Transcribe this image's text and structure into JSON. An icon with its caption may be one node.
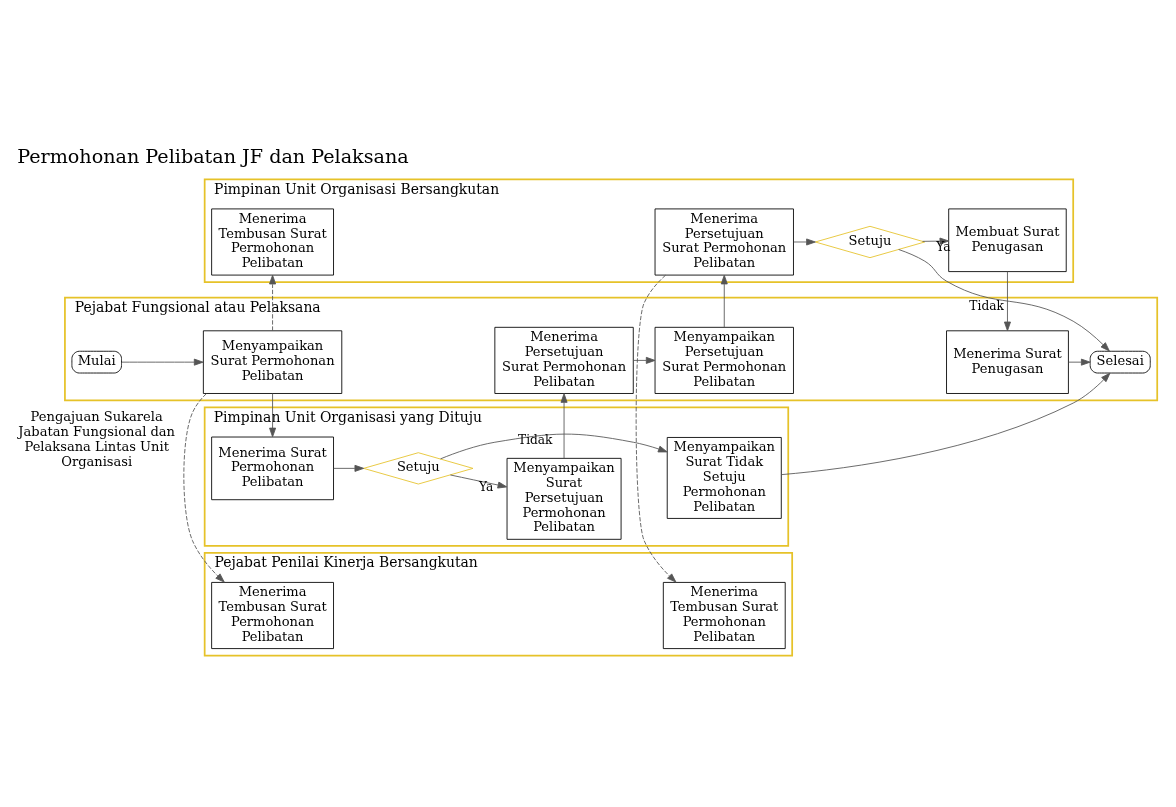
{
  "diagram": {
    "title": "Permohonan Pelibatan JF dan Pelaksana",
    "nodes": [
      {
        "text": [
          "Pejabat Penilai Kinerja Bersangkutan"
        ]
      },
      {
        "text": [
          "Menerima Tembusan Surat Permohonan Pelibatan"
        ],
        "in": 0
      },
      {
        "text": [
          "Menerima Tembusan Surat Permohonan Pelibatan"
        ],
        "in": 0
      },
      {
        "text": [
          "Pimpinan Unit Organisasi Bersangkutan"
        ]
      },
      {
        "text": [
          "Menerima Tembusan Surat Permohonan Pelibatan"
        ],
        "in": 3
      },
      {
        "text": [
          "Menerima Persetujuan Surat Permohonan Pelibatan"
        ],
        "in": 3
      },
      {
        "text": [
          "Setuju"
        ],
        "in": 3
      },
      {
        "text": [
          "Membuat Surat Penugasan"
        ],
        "in": 3
      },
      {
        "text": [
          "Pejabat Fungsional atau Pelaksana"
        ]
      },
      {
        "text": [
          "Mulai"
        ],
        "in": 8
      },
      {
        "text": [
          "Menyampaikan Surat Permohonan Pelibatan"
        ],
        "in": 8
      },
      {
        "text": [
          "Menerima Persetujuan Surat Permohonan Pelibatan"
        ],
        "in": 8
      },
      {
        "text": [
          "Menyampaikan Persetujuan Surat Permohonan Pelibatan"
        ],
        "in": 8
      },
      {
        "text": [
          "Menerima Surat Penugasan"
        ],
        "in": 8
      },
      {
        "text": [
          "Selesai"
        ],
        "in": 8
      },
      {
        "text": [
          "Pimpinan Unit Organisasi yang Dituju"
        ]
      },
      {
        "text": [
          "Menerima Surat Permohonan Pelibatan"
        ],
        "in": 15
      },
      {
        "text": [
          "Setuju"
        ],
        "in": 15
      },
      {
        "text": [
          "Menyampaikan Surat Persetujuan Permohonan Pelibatan"
        ],
        "in": 15
      },
      {
        "text": [
          "Menyampaikan Surat Tidak Setuju Permohonan Pelibatan"
        ],
        "in": 15
      }
    ],
    "edges": [
      {
        "from": 9,
        "to": 10,
        "arrow": "to"
      },
      {
        "from": 10,
        "to": 1,
        "arrow": "to",
        "style": "dashed"
      },
      {
        "from": 10,
        "to": 4,
        "arrow": "to",
        "style": "dashed"
      },
      {
        "from": 10,
        "to": 16,
        "arrow": "to"
      },
      {
        "from": 16,
        "to": 17,
        "arrow": "to"
      },
      {
        "from": 17,
        "to": 18,
        "arrow": "to",
        "label": "Ya"
      },
      {
        "from": 17,
        "to": 19,
        "arrow": "to",
        "label": "Tidak"
      },
      {
        "from": 18,
        "to": 11,
        "arrow": "to"
      },
      {
        "from": 11,
        "to": 12,
        "arrow": "to"
      },
      {
        "from": 12,
        "to": 5,
        "arrow": "to"
      },
      {
        "from": 5,
        "to": 2,
        "arrow": "to",
        "style": "dashed"
      },
      {
        "from": 5,
        "to": 6,
        "arrow": "to"
      },
      {
        "from": 6,
        "to": 7,
        "arrow": "to",
        "label": "Ya"
      },
      {
        "from": 6,
        "to": 14,
        "arrow": "to",
        "label": "Tidak"
      },
      {
        "from": 7,
        "to": 13,
        "arrow": "to"
      },
      {
        "from": 13,
        "to": 14,
        "arrow": "to"
      },
      {
        "from": 19,
        "to": 14,
        "arrow": "to"
      }
    ],
    "labels": [
      "Pengajuan Sukarela Jabatan Fungsional dan Pelaksana Lintas Unit Organisasi"
    ]
  }
}
